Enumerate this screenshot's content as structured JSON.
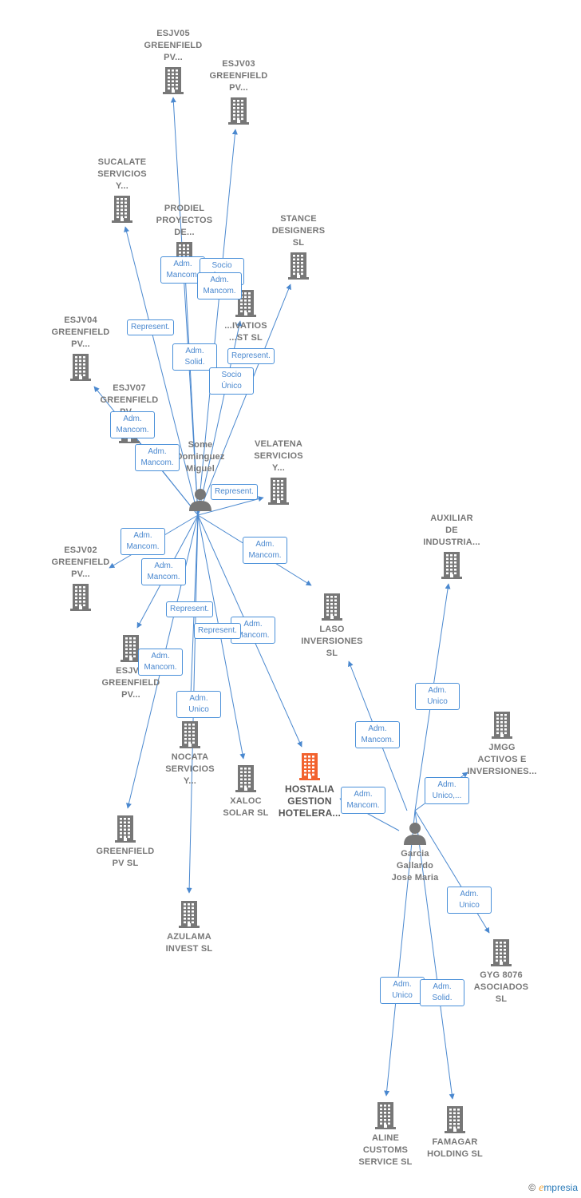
{
  "colors": {
    "edge": "#4a88cf",
    "building": "#777777",
    "building_main": "#f2622e",
    "person": "#777777"
  },
  "nodes": [
    {
      "id": "esjv05",
      "type": "company",
      "label": "ESJV05\nGREENFIELD\nPV..."
    },
    {
      "id": "esjv03",
      "type": "company",
      "label": "ESJV03\nGREENFIELD\nPV..."
    },
    {
      "id": "sucalate",
      "type": "company",
      "label": "SUCALATE\nSERVICIOS\nY..."
    },
    {
      "id": "prodiel",
      "type": "company",
      "label": "PRODIEL\nPROYECTOS\nDE..."
    },
    {
      "id": "stance",
      "type": "company",
      "label": "STANCE\nDESIGNERS\nSL"
    },
    {
      "id": "derivatios",
      "type": "company",
      "label": "...IVATIOS\n...ST SL"
    },
    {
      "id": "esjv04",
      "type": "company",
      "label": "ESJV04\nGREENFIELD\nPV..."
    },
    {
      "id": "esjv07",
      "type": "company",
      "label": "ESJV07\nGREENFIELD\nPV..."
    },
    {
      "id": "velatena",
      "type": "company",
      "label": "VELATENA\nSERVICIOS\nY..."
    },
    {
      "id": "some",
      "type": "person",
      "label": "Some\nDominguez\nMiguel"
    },
    {
      "id": "auxiliar",
      "type": "company",
      "label": "AUXILIAR\nDE\nINDUSTRIA..."
    },
    {
      "id": "esjv02",
      "type": "company",
      "label": "ESJV02\nGREENFIELD\nPV..."
    },
    {
      "id": "laso",
      "type": "company",
      "label": "LASO\nINVERSIONES\nSL"
    },
    {
      "id": "esjv_mid",
      "type": "company",
      "label": "ESJV...\nGREENFIELD\nPV..."
    },
    {
      "id": "jmgg",
      "type": "company",
      "label": "JMGG\nACTIVOS E\nINVERSIONES..."
    },
    {
      "id": "nocata",
      "type": "company",
      "label": "NOCATA\nSERVICIOS\nY..."
    },
    {
      "id": "xaloc",
      "type": "company",
      "label": "XALOC\nSOLAR SL"
    },
    {
      "id": "hostalia",
      "type": "company",
      "main": true,
      "label": "HOSTALIA\nGESTION\nHOTELERA..."
    },
    {
      "id": "greenfield",
      "type": "company",
      "label": "GREENFIELD\nPV SL"
    },
    {
      "id": "garcia",
      "type": "person",
      "label": "Garcia\nGallardo\nJose Maria"
    },
    {
      "id": "azulama",
      "type": "company",
      "label": "AZULAMA\nINVEST SL"
    },
    {
      "id": "gyg",
      "type": "company",
      "label": "GYG 8076\nASOCIADOS\nSL"
    },
    {
      "id": "aline",
      "type": "company",
      "label": "ALINE\nCUSTOMS\nSERVICE SL"
    },
    {
      "id": "famagar",
      "type": "company",
      "label": "FAMAGAR\nHOLDING SL"
    }
  ],
  "edges": [
    {
      "from": "some",
      "to": "esjv05"
    },
    {
      "from": "some",
      "to": "esjv03"
    },
    {
      "from": "some",
      "to": "sucalate"
    },
    {
      "from": "some",
      "to": "prodiel"
    },
    {
      "from": "some",
      "to": "stance"
    },
    {
      "from": "some",
      "to": "derivatios"
    },
    {
      "from": "some",
      "to": "esjv04"
    },
    {
      "from": "some",
      "to": "esjv07"
    },
    {
      "from": "some",
      "to": "velatena"
    },
    {
      "from": "some",
      "to": "esjv02"
    },
    {
      "from": "some",
      "to": "laso"
    },
    {
      "from": "some",
      "to": "esjv_mid"
    },
    {
      "from": "some",
      "to": "nocata"
    },
    {
      "from": "some",
      "to": "xaloc"
    },
    {
      "from": "some",
      "to": "hostalia"
    },
    {
      "from": "some",
      "to": "greenfield"
    },
    {
      "from": "some",
      "to": "azulama"
    },
    {
      "from": "garcia",
      "to": "laso"
    },
    {
      "from": "garcia",
      "to": "auxiliar"
    },
    {
      "from": "garcia",
      "to": "jmgg"
    },
    {
      "from": "garcia",
      "to": "hostalia"
    },
    {
      "from": "garcia",
      "to": "gyg"
    },
    {
      "from": "garcia",
      "to": "aline"
    },
    {
      "from": "garcia",
      "to": "famagar"
    }
  ],
  "relation_labels": [
    {
      "id": "r1",
      "text": "Adm.\nMancom."
    },
    {
      "id": "r2",
      "text": "Socio\nÚnico"
    },
    {
      "id": "r3",
      "text": "Adm.\nMancom."
    },
    {
      "id": "r4",
      "text": "Represent."
    },
    {
      "id": "r5",
      "text": "Adm.\nSolid."
    },
    {
      "id": "r6",
      "text": "Represent."
    },
    {
      "id": "r7",
      "text": "Socio\nÚnico"
    },
    {
      "id": "r8",
      "text": "Adm.\nMancom."
    },
    {
      "id": "r9",
      "text": "Adm.\nMancom."
    },
    {
      "id": "r10",
      "text": "Represent."
    },
    {
      "id": "r11",
      "text": "Adm.\nMancom."
    },
    {
      "id": "r12",
      "text": "Adm.\nMancom."
    },
    {
      "id": "r13",
      "text": "Adm.\nMancom."
    },
    {
      "id": "r14",
      "text": "Represent."
    },
    {
      "id": "r15",
      "text": "Adm.\nMancom."
    },
    {
      "id": "r16",
      "text": "Represent."
    },
    {
      "id": "r17",
      "text": "Adm.\nMancom."
    },
    {
      "id": "r18",
      "text": "Adm.\nUnico"
    },
    {
      "id": "r19",
      "text": "Adm.\nUnico"
    },
    {
      "id": "r20",
      "text": "Adm.\nMancom."
    },
    {
      "id": "r21",
      "text": "Adm.\nUnico,..."
    },
    {
      "id": "r22",
      "text": "Adm.\nMancom."
    },
    {
      "id": "r23",
      "text": "Adm.\nUnico"
    },
    {
      "id": "r24",
      "text": "Adm.\nUnico"
    },
    {
      "id": "r25",
      "text": "Adm.\nSolid."
    }
  ],
  "brand": {
    "copyright": "©",
    "name": "mpresia",
    "initial": "e"
  }
}
